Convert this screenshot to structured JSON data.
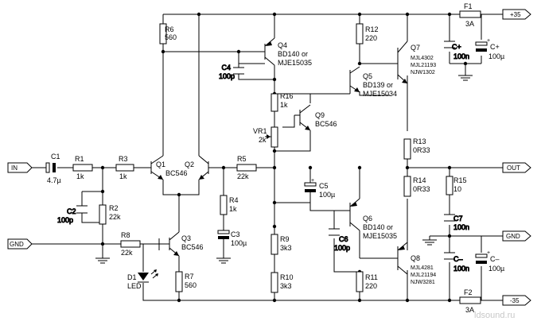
{
  "ports": {
    "in": "IN",
    "gnd_left": "GND",
    "gnd_right": "GND",
    "out": "OUT",
    "pos_rail": "+35",
    "neg_rail": "-35"
  },
  "fuses": {
    "f1": {
      "ref": "F1",
      "value": "3A"
    },
    "f2": {
      "ref": "F2",
      "value": "3A"
    }
  },
  "resistors": {
    "r1": {
      "ref": "R1",
      "value": "1k"
    },
    "r2": {
      "ref": "R2",
      "value": "22k"
    },
    "r3": {
      "ref": "R3",
      "value": "1k"
    },
    "r4": {
      "ref": "R4",
      "value": "1k"
    },
    "r5": {
      "ref": "R5",
      "value": "22k"
    },
    "r6": {
      "ref": "R6",
      "value": "560"
    },
    "r7": {
      "ref": "R7",
      "value": "560"
    },
    "r8": {
      "ref": "R8",
      "value": "22k"
    },
    "r9": {
      "ref": "R9",
      "value": "3k3"
    },
    "r10": {
      "ref": "R10",
      "value": "3k3"
    },
    "r11": {
      "ref": "R11",
      "value": "220"
    },
    "r12": {
      "ref": "R12",
      "value": "220"
    },
    "r13": {
      "ref": "R13",
      "value": "0R33"
    },
    "r14": {
      "ref": "R14",
      "value": "0R33"
    },
    "r15": {
      "ref": "R15",
      "value": "10"
    },
    "r16": {
      "ref": "R16",
      "value": "1k"
    }
  },
  "capacitors": {
    "c1": {
      "ref": "C1",
      "value": "4.7µ"
    },
    "c2": {
      "ref": "C2",
      "value": "100p"
    },
    "c3": {
      "ref": "C3",
      "value": "100µ"
    },
    "c4": {
      "ref": "C4",
      "value": "100p"
    },
    "c5": {
      "ref": "C5",
      "value": "100µ"
    },
    "c6": {
      "ref": "C6",
      "value": "100p"
    },
    "c7": {
      "ref": "C7",
      "value": "100n"
    },
    "cp1": {
      "ref": "C+",
      "value": "100n"
    },
    "cp2": {
      "ref": "C+",
      "value": "100µ"
    },
    "cm1": {
      "ref": "C–",
      "value": "100n"
    },
    "cm2": {
      "ref": "C–",
      "value": "100µ"
    }
  },
  "pot": {
    "ref": "VR1",
    "value": "2k"
  },
  "diode": {
    "ref": "D1",
    "value": "LED"
  },
  "transistors": {
    "q1": {
      "ref": "Q1"
    },
    "q2": {
      "ref": "Q2"
    },
    "q12_part": "BC546",
    "q3": {
      "ref": "Q3",
      "part": "BC546"
    },
    "q4": {
      "ref": "Q4",
      "part1": "BD140 or",
      "part2": "MJE15035"
    },
    "q5": {
      "ref": "Q5",
      "part1": "BD139 or",
      "part2": "MJE15034"
    },
    "q6": {
      "ref": "Q6",
      "part1": "BD140 or",
      "part2": "MJE15035"
    },
    "q7": {
      "ref": "Q7",
      "part1": "MJL4302",
      "part2": "MJL21193",
      "part3": "NJW1302"
    },
    "q8": {
      "ref": "Q8",
      "part1": "MJL4281",
      "part2": "MJL21194",
      "part3": "NJW3281"
    },
    "q9": {
      "ref": "Q9",
      "part": "BC546"
    }
  },
  "watermark": "ldsound.ru",
  "polarity": {
    "plus": "+"
  }
}
